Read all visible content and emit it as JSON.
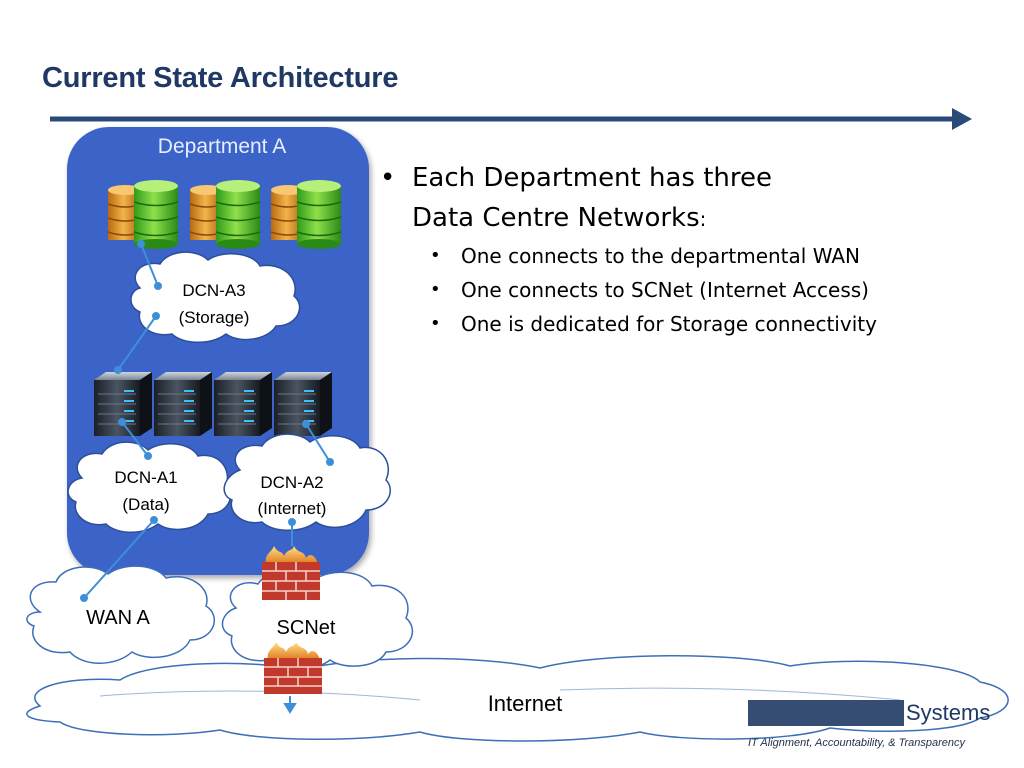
{
  "slide": {
    "title": "Current State Architecture",
    "department_label": "Department A",
    "clouds": {
      "dcn_a3": {
        "line1": "DCN-A3",
        "line2": "(Storage)"
      },
      "dcn_a1": {
        "line1": "DCN-A1",
        "line2": "(Data)"
      },
      "dcn_a2": {
        "line1": "DCN-A2",
        "line2": "(Internet)"
      },
      "wan_a": "WAN A",
      "scnet": "SCNet",
      "internet": "Internet"
    },
    "bullets": {
      "main_line1": "Each Department has three",
      "main_line2": "Data Centre Networks",
      "main_suffix": ":",
      "sub": [
        "One connects to the departmental WAN",
        "One connects to SCNet (Internet Access)",
        "One is dedicated for Storage connectivity"
      ]
    },
    "footer": {
      "logo_text": "Systems",
      "tagline": "IT Alignment, Accountability, & Transparency"
    }
  },
  "colors": {
    "title": "#1f3864",
    "department_panel": "#3a64c8",
    "link_lines": "#3d8fd8",
    "arrow": "#2a4a7a"
  },
  "icons": {
    "storage": "database-stack-icon",
    "server": "server-icon",
    "firewall": "firewall-icon"
  }
}
